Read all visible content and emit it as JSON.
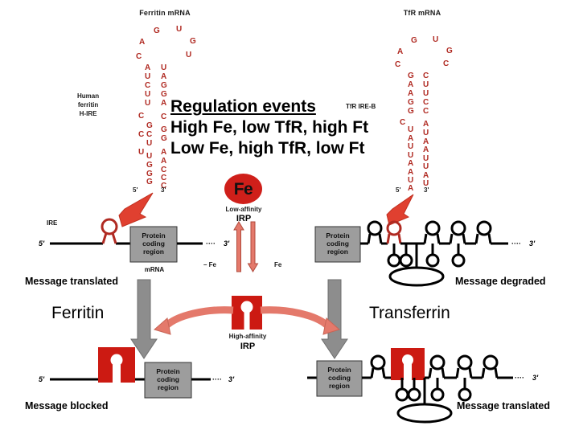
{
  "slide": {
    "overlay": {
      "heading": "Regulation events",
      "line1": "High Fe, low TfR, high Ft",
      "line2": "Low Fe, high TfR, low Ft"
    },
    "annotations": {
      "ferritin_name": "Ferritin",
      "transferrin_name": "Transferrin",
      "top_left_status": "Message translated",
      "top_right_status": "Message degraded",
      "bottom_left_status": "Message blocked",
      "bottom_right_status": "Message translated"
    }
  },
  "figure": {
    "left_panel": {
      "title": "Ferritin mRNA",
      "side_label": "Human\nferritin\nH-IRE",
      "ire_label": "IRE",
      "five_prime": "5'",
      "three_prime": "3'"
    },
    "right_panel": {
      "title": "TfR mRNA",
      "side_label": "TfR IRE-B",
      "five_prime": "5'",
      "three_prime": "3'"
    },
    "center": {
      "fe_badge": "Fe",
      "low_affinity_line1": "Low-affinity",
      "low_affinity_line2": "IRP",
      "high_affinity_line1": "High-affinity",
      "high_affinity_line2": "IRP",
      "minus_fe": "– Fe",
      "plus_fe": "Fe"
    },
    "mrna_labels": {
      "five_prime": "5'",
      "three_prime": "3'",
      "dots": "····",
      "mrna": "mRNA",
      "protein_box_line1": "Protein",
      "protein_box_line2": "coding",
      "protein_box_line3": "region"
    }
  },
  "sequences": {
    "ferritin": {
      "name": "Human ferritin H-IRE",
      "loop_top": [
        "G",
        "U"
      ],
      "loop_left": [
        "A",
        "C"
      ],
      "loop_right": [
        "G",
        "U"
      ],
      "stem_left": [
        "A",
        "U",
        "C",
        "U",
        "U",
        "C",
        "G",
        "C",
        "C",
        "U",
        "U",
        "U",
        "G",
        "G",
        "G"
      ],
      "stem_right": [
        "U",
        "A",
        "G",
        "G",
        "A",
        "C",
        "G",
        "G",
        "A",
        "A",
        "C",
        "C",
        "C"
      ],
      "bulges": [
        "C",
        "U"
      ]
    },
    "tfr": {
      "name": "TfR IRE-B",
      "loop_top": [
        "G",
        "U"
      ],
      "loop_left": [
        "A",
        "C"
      ],
      "loop_right": [
        "G",
        "C"
      ],
      "stem_left": [
        "G",
        "A",
        "A",
        "G",
        "G",
        "C",
        "U",
        "A",
        "U",
        "U",
        "A",
        "A",
        "U",
        "A"
      ],
      "stem_right": [
        "C",
        "U",
        "U",
        "C",
        "C",
        "A",
        "U",
        "A",
        "A",
        "U",
        "U",
        "A",
        "U"
      ],
      "bulges": [
        "C"
      ]
    }
  },
  "colors": {
    "rna_red": "#b02a22",
    "irp_red": "#cc1a12",
    "arrow_salmon": "#e4796b",
    "gray_arrow": "#8d8d8d",
    "box_gray": "#9d9d9d",
    "text_black": "#000000"
  }
}
